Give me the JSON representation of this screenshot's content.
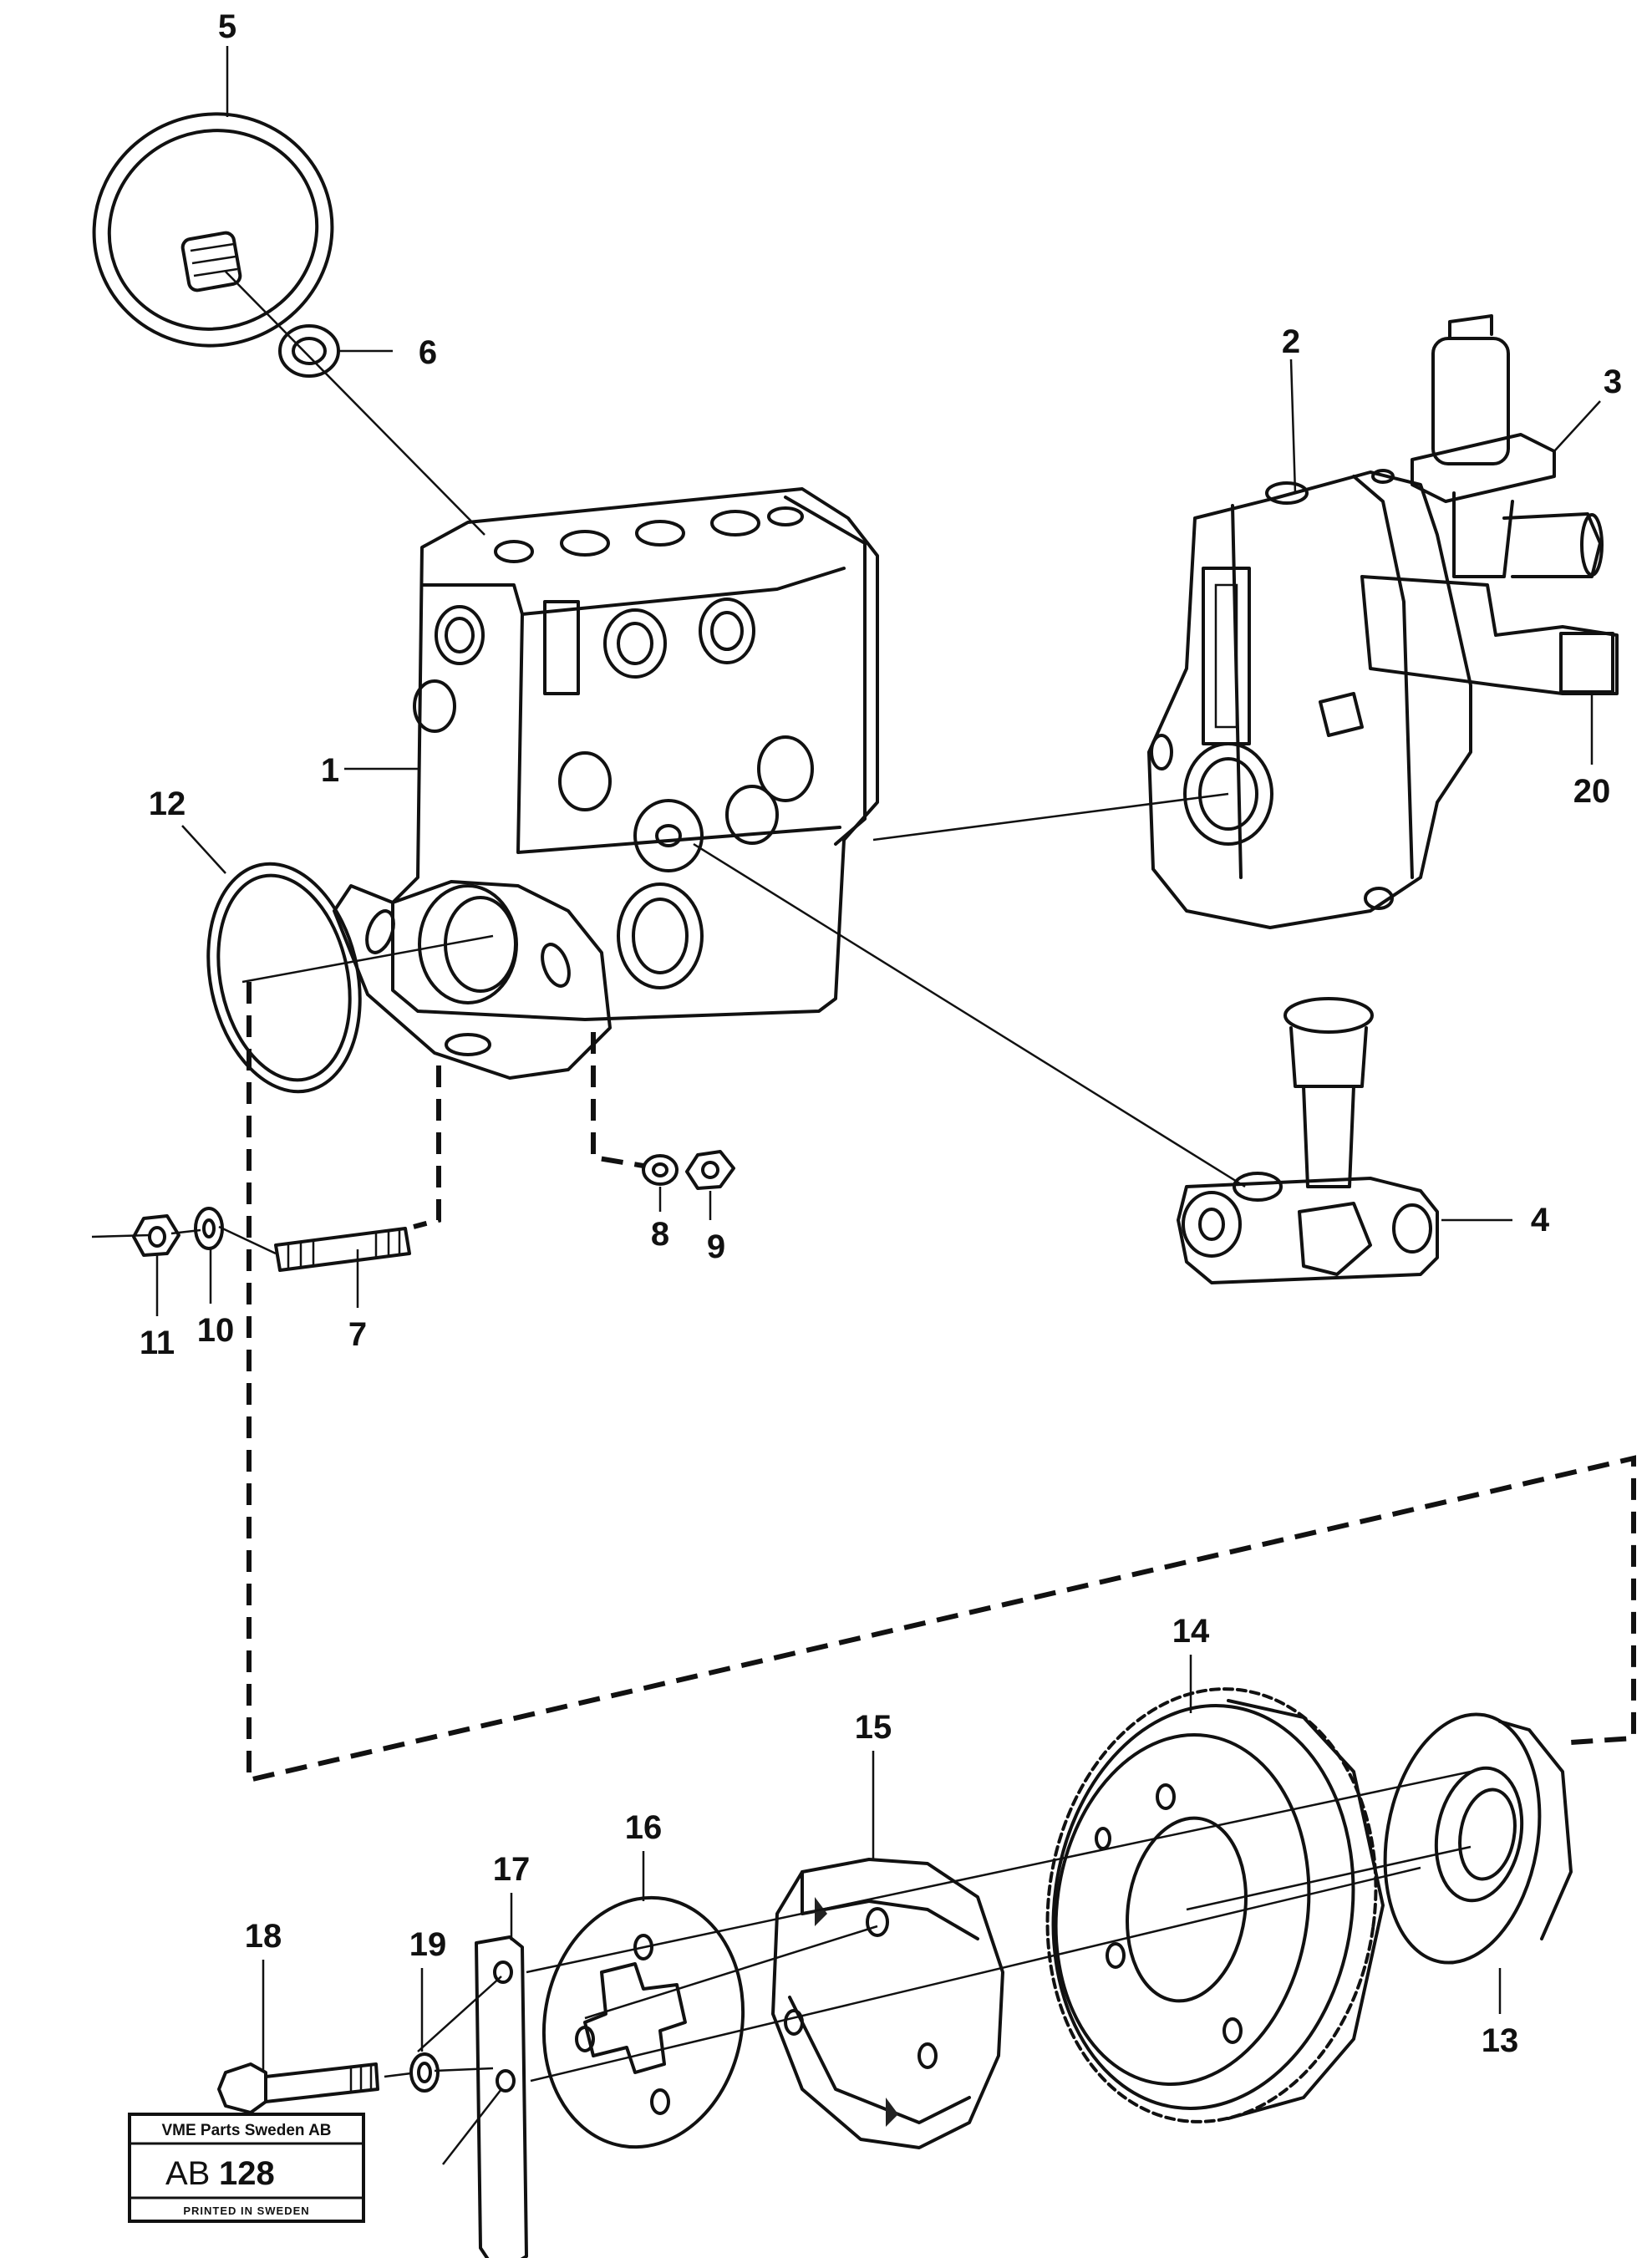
{
  "callouts": {
    "c1": "1",
    "c2": "2",
    "c3": "3",
    "c4": "4",
    "c5": "5",
    "c6": "6",
    "c7": "7",
    "c8": "8",
    "c9": "9",
    "c10": "10",
    "c11": "11",
    "c12": "12",
    "c13": "13",
    "c14": "14",
    "c15": "15",
    "c16": "16",
    "c17": "17",
    "c18": "18",
    "c19": "19",
    "c20": "20"
  },
  "stamp": {
    "company": "VME Parts Sweden AB",
    "code_prefix": "AB",
    "code_number": "128",
    "printed": "PRINTED IN SWEDEN"
  }
}
